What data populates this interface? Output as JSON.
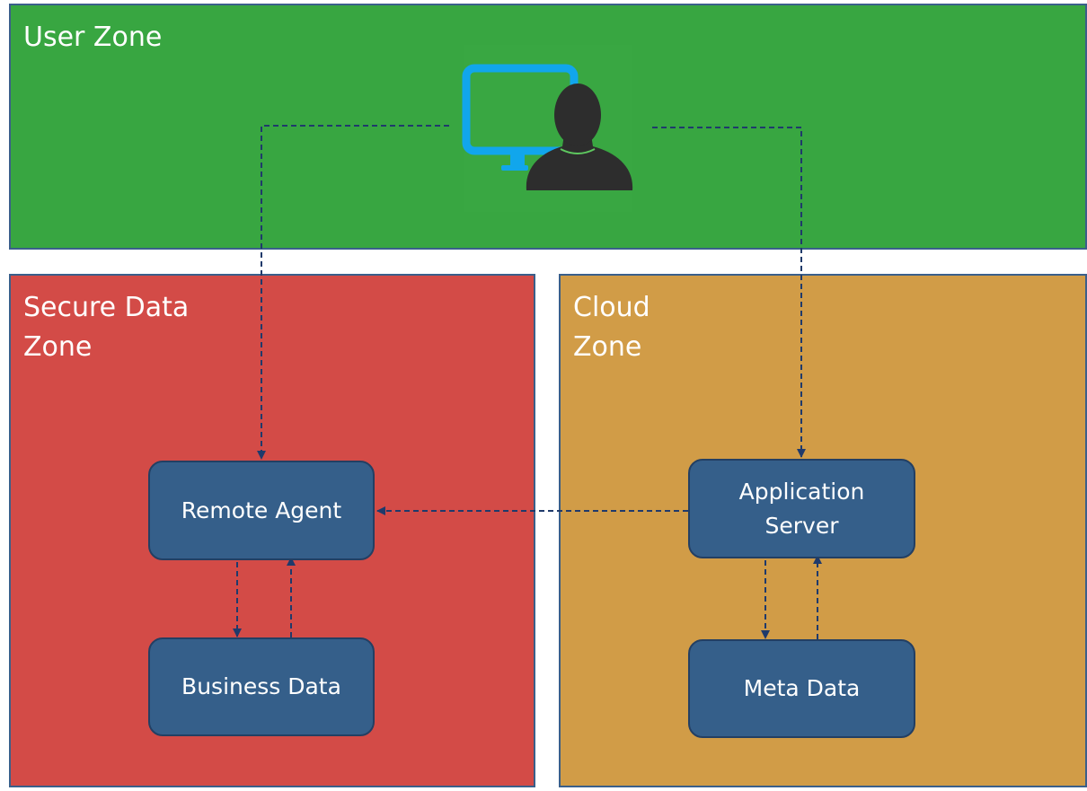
{
  "colors": {
    "user_zone": "#38a641",
    "secure_zone": "#d34b47",
    "cloud_zone": "#d19c47",
    "node_fill": "#355f8a",
    "connector": "#1f3a6b",
    "monitor": "#11a6ec",
    "person": "#2d2d2d"
  },
  "icons": {
    "user": "user-workstation-icon"
  },
  "zones": {
    "user": {
      "title": "User Zone"
    },
    "secure": {
      "title": "Secure Data\nZone"
    },
    "cloud": {
      "title": "Cloud\nZone"
    }
  },
  "nodes": {
    "remote_agent": {
      "label": "Remote Agent"
    },
    "business_data": {
      "label": "Business Data"
    },
    "application_server": {
      "label": "Application\nServer"
    },
    "meta_data": {
      "label": "Meta Data"
    }
  }
}
